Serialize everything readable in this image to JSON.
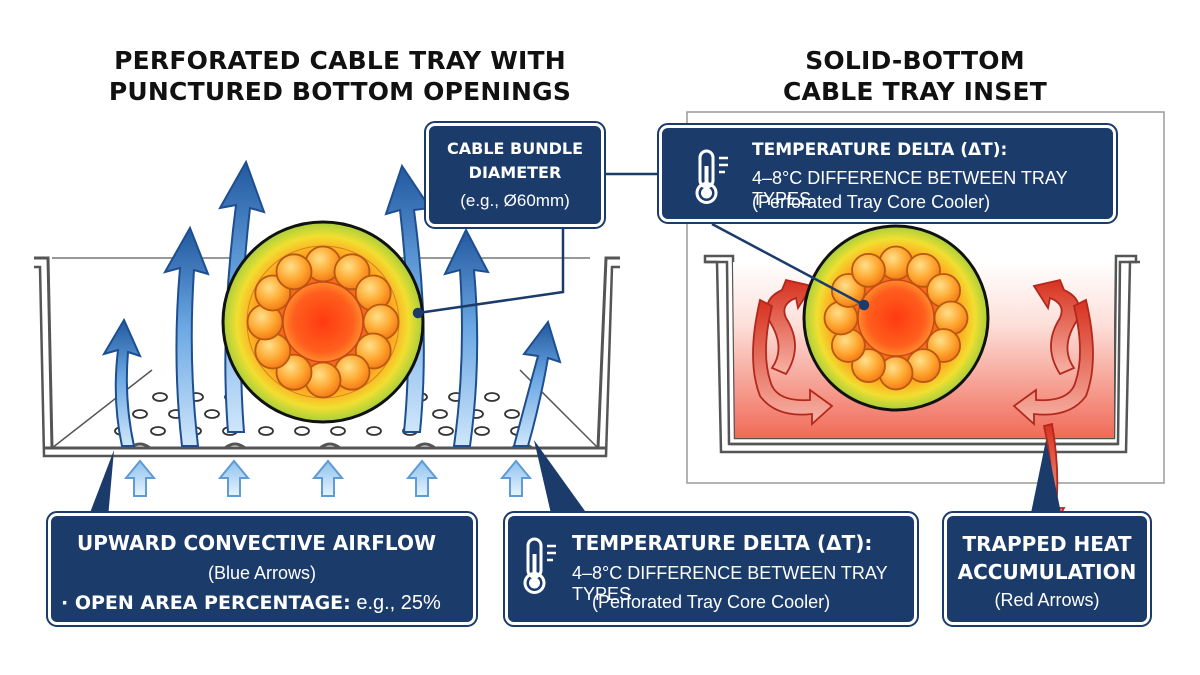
{
  "left_title": {
    "line1": "PERFORATED CABLE TRAY WITH",
    "line2": "PUNCTURED BOTTOM OPENINGS"
  },
  "right_title": {
    "line1": "SOLID-BOTTOM",
    "line2": "CABLE TRAY INSET"
  },
  "diameter_callout": {
    "line1": "CABLE BUNDLE",
    "line2": "DIAMETER",
    "line3": "(e.g., Ø60mm)"
  },
  "delta_top_callout": {
    "heading": "TEMPERATURE DELTA (ΔT):",
    "line1": "4–8°C DIFFERENCE BETWEEN TRAY TYPES",
    "line2": "(Perforated Tray Core Cooler)",
    "icon": "thermometer-icon"
  },
  "airflow_callout": {
    "heading": "UPWARD CONVECTIVE AIRFLOW",
    "line1": "(Blue Arrows)",
    "bullet_label": "· OPEN AREA PERCENTAGE:",
    "bullet_value": " e.g., 25%"
  },
  "delta_bottom_callout": {
    "heading": "TEMPERATURE DELTA (ΔT):",
    "line1": "4–8°C DIFFERENCE BETWEEN TRAY TYPES",
    "line2": "(Perforated Tray Core Cooler)",
    "icon": "thermometer-icon"
  },
  "trapped_callout": {
    "line1": "TRAPPED HEAT",
    "line2": "ACCUMULATION",
    "line3": "(Red Arrows)"
  },
  "colors": {
    "callout_bg": "#1b3c6b",
    "airflow_blue": "#4a90d9",
    "heat_red": "#d9362b",
    "core_orange": "#ff5a1f",
    "outer_green": "#b8d63a"
  }
}
